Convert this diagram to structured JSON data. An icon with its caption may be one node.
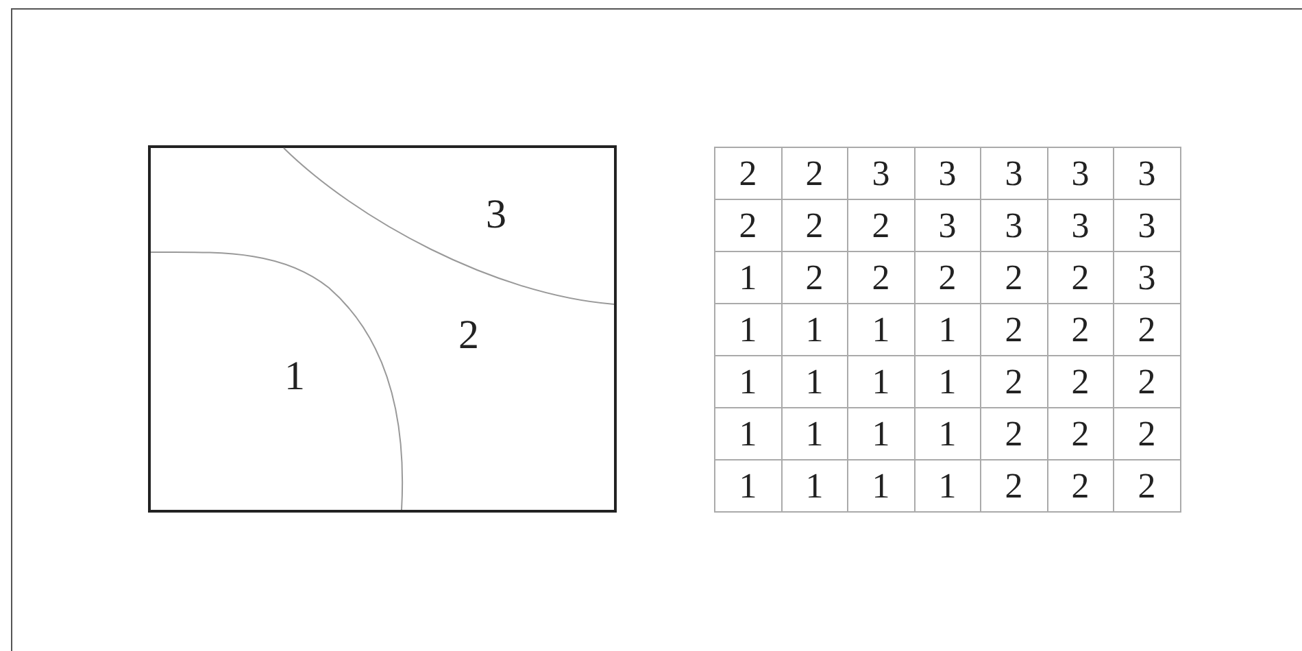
{
  "diagram": {
    "labels": [
      "3",
      "2",
      "1",
      "2",
      "2",
      "3",
      "3",
      "3",
      "3",
      "3",
      "2",
      "2",
      "2",
      "3",
      "3",
      "3",
      "3",
      "1",
      "2",
      "2",
      "2",
      "2",
      "2",
      "3",
      "1",
      "1",
      "1",
      "1",
      "2",
      "2",
      "2",
      "1",
      "1",
      "1",
      "1",
      "2",
      "2",
      "2",
      "1",
      "1",
      "1",
      "1",
      "2",
      "2",
      "2",
      "1",
      "1",
      "1",
      "1",
      "2",
      "2",
      "2"
    ]
  }
}
